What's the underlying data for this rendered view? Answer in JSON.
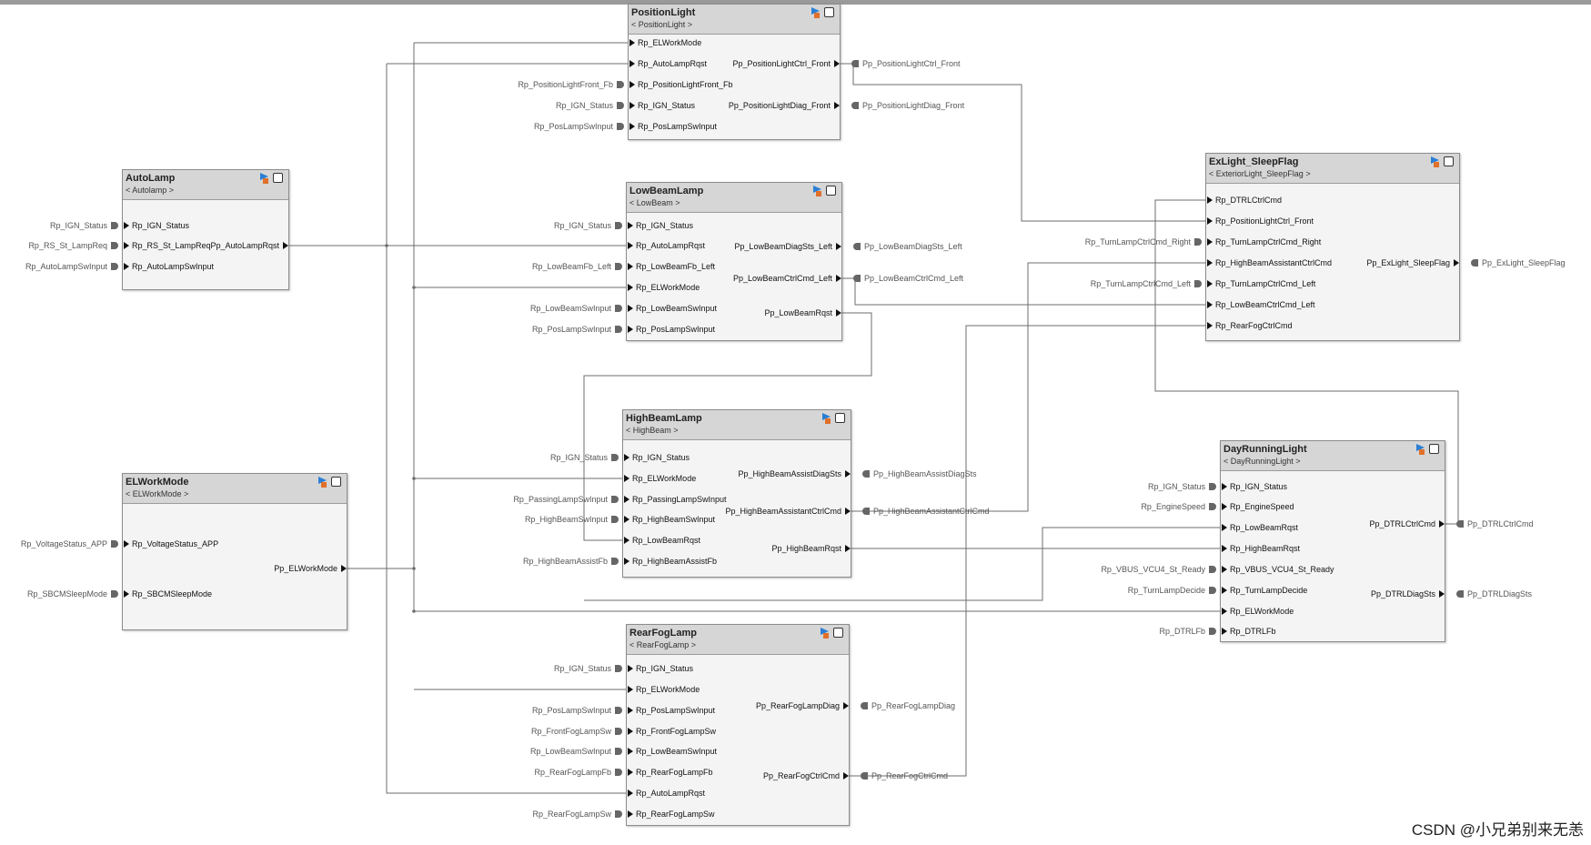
{
  "diagram": {
    "blocks": {
      "position_light": {
        "title": "PositionLight",
        "subtitle": "< PositionLight >",
        "in_ports": [
          "Rp_ELWorkMode",
          "Rp_AutoLampRqst",
          "Rp_PositionLightFront_Fb",
          "Rp_IGN_Status",
          "Rp_PosLampSwInput"
        ],
        "out_ports": [
          "Pp_PositionLightCtrl_Front",
          "Pp_PositionLightDiag_Front"
        ],
        "ext_in": [
          "",
          "",
          "Rp_PositionLightFront_Fb",
          "Rp_IGN_Status",
          "Rp_PosLampSwInput"
        ],
        "ext_out": [
          "Pp_PositionLightCtrl_Front",
          "Pp_PositionLightDiag_Front"
        ]
      },
      "auto_lamp": {
        "title": "AutoLamp",
        "subtitle": "< Autolamp >",
        "in_ports": [
          "Rp_IGN_Status",
          "Rp_RS_St_LampReq",
          "Rp_AutoLampSwInput"
        ],
        "out_ports": [
          "Pp_AutoLampRqst"
        ],
        "ext_in": [
          "Rp_IGN_Status",
          "Rp_RS_St_LampReq",
          "Rp_AutoLampSwInput"
        ],
        "ext_out": [
          ""
        ]
      },
      "low_beam_lamp": {
        "title": "LowBeamLamp",
        "subtitle": "< LowBeam >",
        "in_ports": [
          "Rp_IGN_Status",
          "Rp_AutoLampRqst",
          "Rp_LowBeamFb_Left",
          "Rp_ELWorkMode",
          "Rp_LowBeamSwInput",
          "Rp_PosLampSwInput"
        ],
        "out_ports": [
          "Pp_LowBeamDiagSts_Left",
          "Pp_LowBeamCtrlCmd_Left",
          "Pp_LowBeamRqst"
        ],
        "ext_in": [
          "Rp_IGN_Status",
          "",
          "Rp_LowBeamFb_Left",
          "",
          "Rp_LowBeamSwInput",
          "Rp_PosLampSwInput"
        ],
        "ext_out": [
          "Pp_LowBeamDiagSts_Left",
          "Pp_LowBeamCtrlCmd_Left",
          ""
        ]
      },
      "exlight_sleep_flag": {
        "title": "ExLight_SleepFlag",
        "subtitle": "< ExteriorLight_SleepFlag >",
        "in_ports": [
          "Rp_DTRLCtrlCmd",
          "Rp_PositionLightCtrl_Front",
          "Rp_TurnLampCtrlCmd_Right",
          "Rp_HighBeamAssistantCtrlCmd",
          "Rp_TurnLampCtrlCmd_Left",
          "Rp_LowBeamCtrlCmd_Left",
          "Rp_RearFogCtrlCmd"
        ],
        "out_ports": [
          "Pp_ExLight_SleepFlag"
        ],
        "ext_in": [
          "",
          "",
          "Rp_TurnLampCtrlCmd_Right",
          "",
          "Rp_TurnLampCtrlCmd_Left",
          "",
          ""
        ],
        "ext_out": [
          "Pp_ExLight_SleepFlag"
        ]
      },
      "high_beam_lamp": {
        "title": "HighBeamLamp",
        "subtitle": "< HighBeam >",
        "in_ports": [
          "Rp_IGN_Status",
          "Rp_ELWorkMode",
          "Rp_PassingLampSwInput",
          "Rp_HighBeamSwInput",
          "Rp_LowBeamRqst",
          "Rp_HighBeamAssistFb"
        ],
        "out_ports": [
          "Pp_HighBeamAssistDiagSts",
          "Pp_HighBeamAssistantCtrlCmd",
          "Pp_HighBeamRqst"
        ],
        "ext_in": [
          "Rp_IGN_Status",
          "",
          "Rp_PassingLampSwInput",
          "Rp_HighBeamSwInput",
          "",
          "Rp_HighBeamAssistFb"
        ],
        "ext_out": [
          "Pp_HighBeamAssistDiagSts",
          "Pp_HighBeamAssistantCtrlCmd",
          ""
        ]
      },
      "el_work_mode": {
        "title": "ELWorkMode",
        "subtitle": "< ELWorkMode >",
        "in_ports": [
          "Rp_VoltageStatus_APP",
          "Rp_SBCMSleepMode"
        ],
        "out_ports": [
          "Pp_ELWorkMode"
        ],
        "ext_in": [
          "Rp_VoltageStatus_APP",
          "Rp_SBCMSleepMode"
        ],
        "ext_out": [
          ""
        ]
      },
      "day_running_light": {
        "title": "DayRunningLight",
        "subtitle": "< DayRunningLight >",
        "in_ports": [
          "Rp_IGN_Status",
          "Rp_EngineSpeed",
          "Rp_LowBeamRqst",
          "Rp_HighBeamRqst",
          "Rp_VBUS_VCU4_St_Ready",
          "Rp_TurnLampDecide",
          "Rp_ELWorkMode",
          "Rp_DTRLFb"
        ],
        "out_ports": [
          "Pp_DTRLCtrlCmd",
          "Pp_DTRLDiagSts"
        ],
        "ext_in": [
          "Rp_IGN_Status",
          "Rp_EngineSpeed",
          "",
          "",
          "Rp_VBUS_VCU4_St_Ready",
          "Rp_TurnLampDecide",
          "",
          "Rp_DTRLFb"
        ],
        "ext_out": [
          "Pp_DTRLCtrlCmd",
          "Pp_DTRLDiagSts"
        ]
      },
      "rear_fog_lamp": {
        "title": "RearFogLamp",
        "subtitle": "< RearFogLamp >",
        "in_ports": [
          "Rp_IGN_Status",
          "Rp_ELWorkMode",
          "Rp_PosLampSwInput",
          "Rp_FrontFogLampSw",
          "Rp_LowBeamSwInput",
          "Rp_RearFogLampFb",
          "Rp_AutoLampRqst",
          "Rp_RearFogLampSw"
        ],
        "out_ports": [
          "Pp_RearFogLampDiag",
          "Pp_RearFogCtrlCmd"
        ],
        "ext_in": [
          "Rp_IGN_Status",
          "",
          "Rp_PosLampSwInput",
          "Rp_FrontFogLampSw",
          "Rp_LowBeamSwInput",
          "Rp_RearFogLampFb",
          "",
          "Rp_RearFogLampSw"
        ],
        "ext_out": [
          "Pp_RearFogLampDiag",
          "Pp_RearFogCtrlCmd"
        ]
      }
    },
    "watermark": "CSDN @小兄弟别来无恙",
    "colors": {
      "block_bg": "#f4f4f4",
      "header_bg": "#d6d6d6",
      "wire": "#6e6e6e",
      "icon_accent": "#2a7fd4",
      "icon_warn": "#e0702a"
    }
  }
}
